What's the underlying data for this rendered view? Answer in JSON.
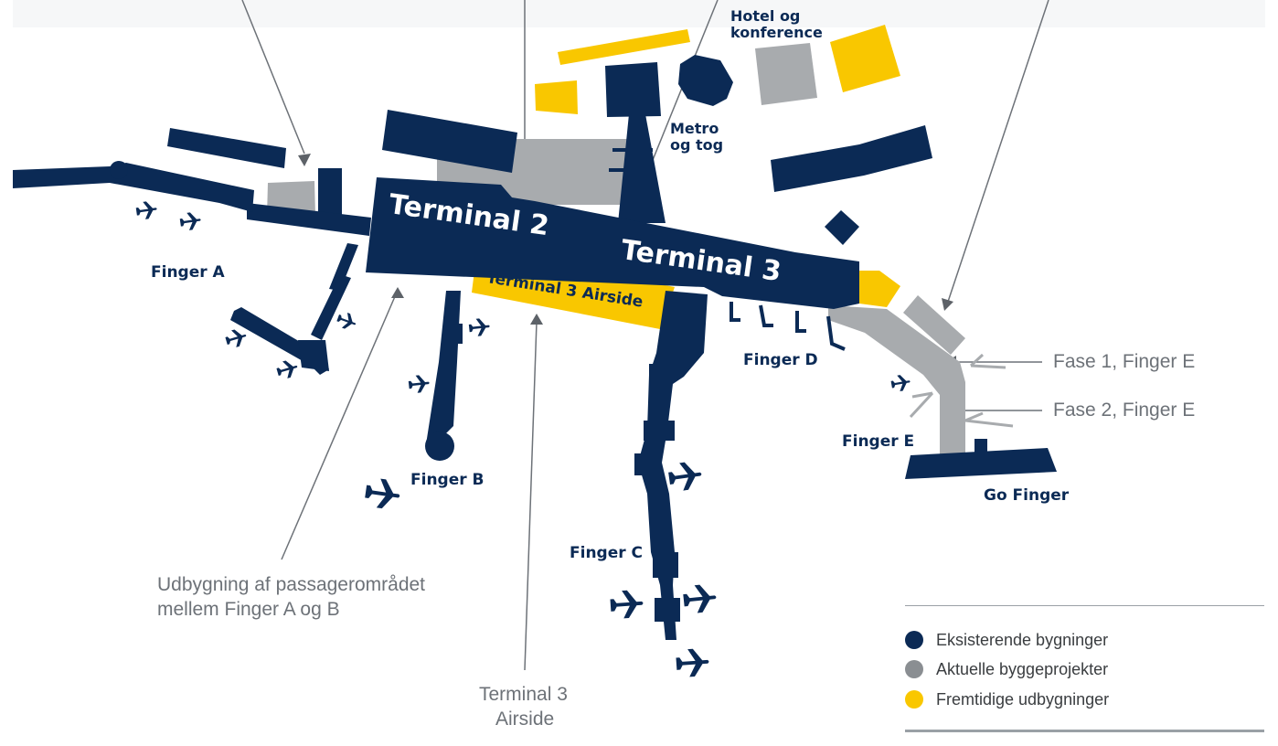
{
  "colors": {
    "existing": "#0b2a55",
    "current": "#a8abae",
    "future": "#f9c700",
    "callout_text": "#6d7278",
    "line": "#6d7278"
  },
  "terminals": {
    "t2": "Terminal 2",
    "t3": "Terminal 3",
    "t3_airside": "Terminal 3 Airside"
  },
  "labels": {
    "finger_a": "Finger A",
    "finger_b": "Finger B",
    "finger_c": "Finger C",
    "finger_d": "Finger D",
    "finger_e": "Finger E",
    "go_finger": "Go Finger",
    "hotel_l1": "Hotel og",
    "hotel_l2": "konference",
    "metro_l1": "Metro",
    "metro_l2": "og tog"
  },
  "callouts": {
    "fase1": "Fase 1, Finger E",
    "fase2": "Fase 2, Finger E",
    "udbygning_l1": "Udbygning af passagerområdet",
    "udbygning_l2": "mellem Finger A og B",
    "t3air_l1": "Terminal 3",
    "t3air_l2": "Airside"
  },
  "legend": {
    "items": [
      {
        "label": "Eksisterende bygninger",
        "color": "#0b2a55"
      },
      {
        "label": "Aktuelle byggeprojekter",
        "color": "#8a8e92"
      },
      {
        "label": "Fremtidige udbygninger",
        "color": "#f9c700"
      }
    ]
  }
}
